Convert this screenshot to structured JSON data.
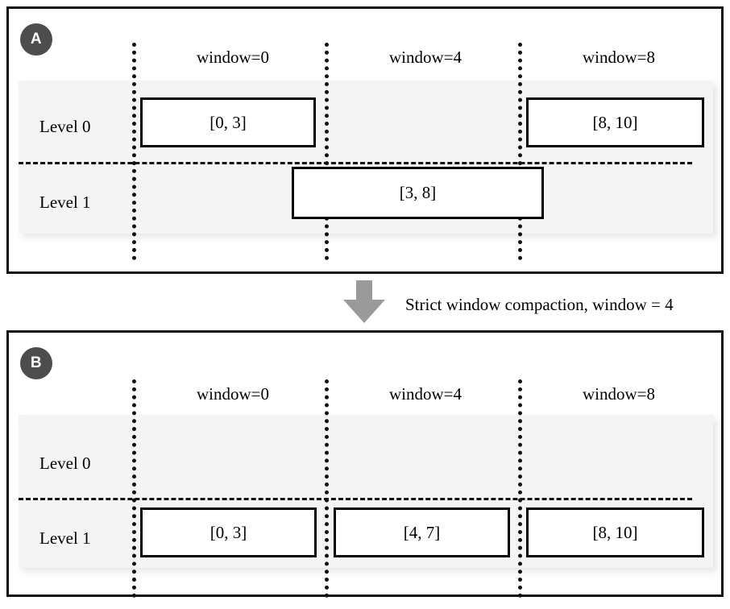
{
  "figure": {
    "title": "Strict window compaction diagram",
    "colors": {
      "badge_fill": "#4d4d4d",
      "badge_text": "#ffffff",
      "band_fill": "#f4f4f4",
      "arrow_fill": "#9a9a9a",
      "line": "#111111",
      "box_border": "#000000",
      "background": "#ffffff"
    }
  },
  "panel_a": {
    "badge": "A",
    "window_labels": [
      {
        "text": "window=0"
      },
      {
        "text": "window=4"
      },
      {
        "text": "window=8"
      }
    ],
    "level_labels": [
      {
        "text": "Level 0"
      },
      {
        "text": "Level 1"
      }
    ],
    "boxes": [
      {
        "label": "[0, 3]",
        "level": 0,
        "window": 0
      },
      {
        "label": "[8, 10]",
        "level": 0,
        "window": 8
      },
      {
        "label": "[3, 8]",
        "level": 1,
        "window": 4
      }
    ]
  },
  "transition": {
    "arrow": "down-arrow-icon",
    "caption": "Strict window compaction, window = 4"
  },
  "panel_b": {
    "badge": "B",
    "window_labels": [
      {
        "text": "window=0"
      },
      {
        "text": "window=4"
      },
      {
        "text": "window=8"
      }
    ],
    "level_labels": [
      {
        "text": "Level 0"
      },
      {
        "text": "Level 1"
      }
    ],
    "boxes": [
      {
        "label": "[0, 3]",
        "level": 1,
        "window": 0
      },
      {
        "label": "[4, 7]",
        "level": 1,
        "window": 4
      },
      {
        "label": "[8, 10]",
        "level": 1,
        "window": 8
      }
    ]
  }
}
